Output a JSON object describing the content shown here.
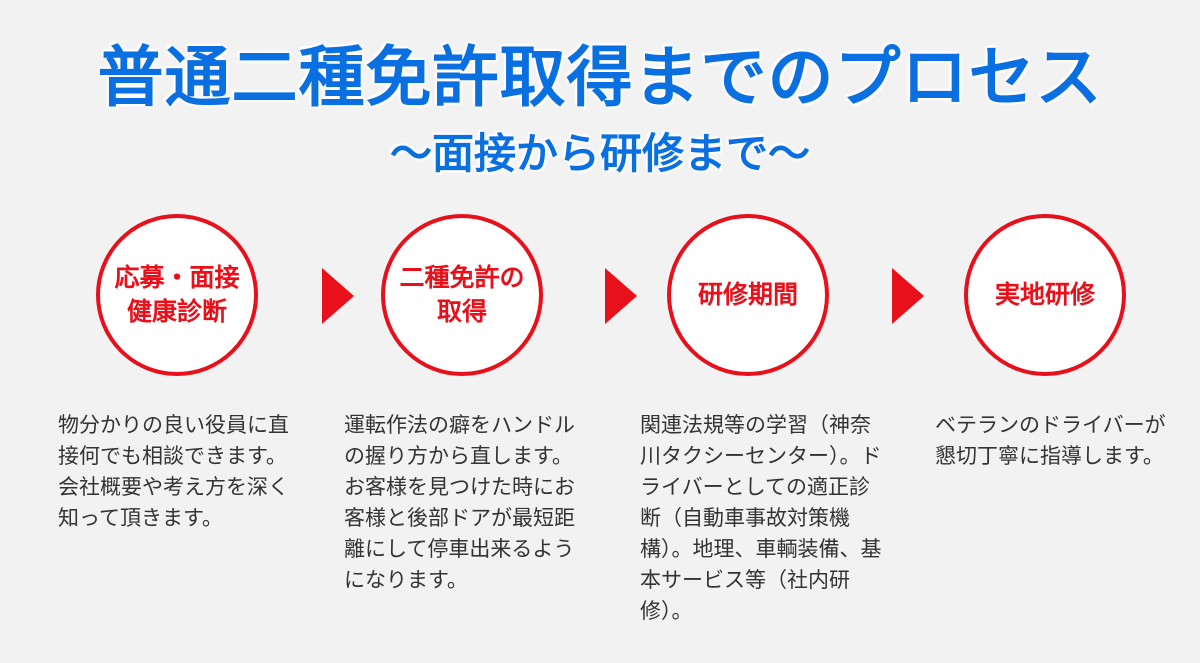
{
  "title": "普通二種免許取得までのプロセス",
  "subtitle": "〜面接から研修まで〜",
  "steps": [
    {
      "label": "応募・面接\n健康診断",
      "description": "物分かりの良い役員に直接何でも相談できます。会社概要や考え方を深く知って頂きます。"
    },
    {
      "label": "二種免許の\n取得",
      "description": "運転作法の癖をハンドルの握り方から直します。お客様を見つけた時にお客様と後部ドアが最短距離にして停車出来るようになります。"
    },
    {
      "label": "研修期間",
      "description": "関連法規等の学習（神奈川タクシーセンター）。ドライバーとしての適正診断（自動車事故対策機構）。地理、車輌装備、基本サービス等（社内研修）。"
    },
    {
      "label": "実地研修",
      "description": "ベテランのドライバーが懇切丁寧に指導します。"
    }
  ],
  "colors": {
    "title": "#0a6fe0",
    "accent": "#e8101a",
    "text": "#333333",
    "background": "#f2f2f2"
  },
  "icons": {
    "arrow": "right-triangle-icon"
  }
}
